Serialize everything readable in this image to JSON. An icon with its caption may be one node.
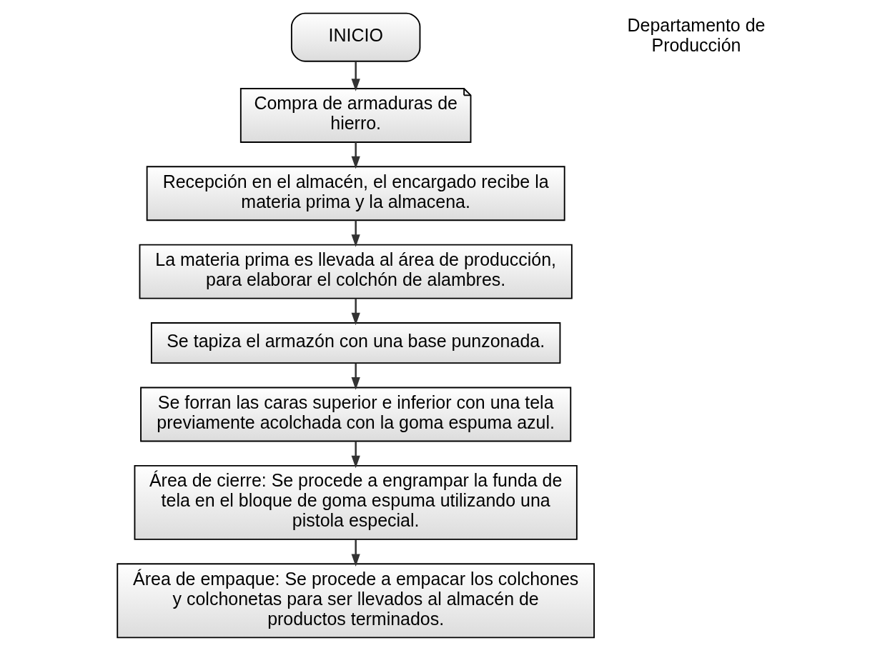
{
  "diagram": {
    "nodes": [
      {
        "text": [
          "INICIO"
        ]
      },
      {
        "text": [
          "Compra de armaduras de hierro."
        ]
      },
      {
        "text": [
          "Recepción en el almacén, el encargado recibe la materia prima y la almacena."
        ]
      },
      {
        "text": [
          "La materia prima es llevada al área de producción, para elaborar el colchón de alambres."
        ]
      },
      {
        "text": [
          "Se tapiza el armazón con una base punzonada."
        ]
      },
      {
        "text": [
          "Se forran las caras superior e inferior con una tela previamente acolchada con la goma espuma azul."
        ]
      },
      {
        "text": [
          "Área de cierre: Se procede a engrampar la funda de tela en el bloque de goma espuma utilizando una pistola especial."
        ]
      },
      {
        "text": [
          "Área de empaque: Se procede a empacar los colchones y colchonetas para ser llevados al almacén de productos terminados."
        ]
      }
    ],
    "edges": [
      {
        "from": 0,
        "to": 1,
        "arrow": "to"
      },
      {
        "from": 1,
        "to": 2,
        "arrow": "to"
      },
      {
        "from": 2,
        "to": 3,
        "arrow": "to"
      },
      {
        "from": 3,
        "to": 4,
        "arrow": "to"
      },
      {
        "from": 4,
        "to": 5,
        "arrow": "to"
      },
      {
        "from": 5,
        "to": 6,
        "arrow": "to"
      },
      {
        "from": 6,
        "to": 7,
        "arrow": "to"
      }
    ],
    "labels": [
      "Departamento de Producción"
    ]
  }
}
